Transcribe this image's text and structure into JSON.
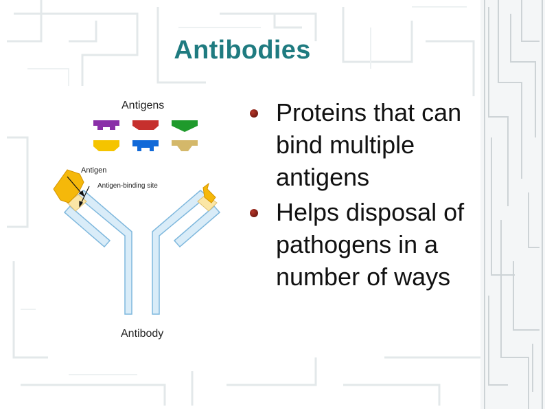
{
  "slide": {
    "title": "Antibodies",
    "title_color": "#1f7b80",
    "bullets": [
      "Proteins that can bind multiple antigens",
      "Helps disposal of pathogens in a number of ways"
    ],
    "bullet_color": "#7a1a10"
  },
  "figure": {
    "antigens_label": "Antigens",
    "antigen_label": "Antigen",
    "binding_site_label": "Antigen-binding site",
    "antibody_label": "Antibody",
    "antigen_colors": [
      "#8a2fa8",
      "#c6302d",
      "#1f9a2c",
      "#f5c400",
      "#1169d8",
      "#d4b86a"
    ],
    "chain_fill": "#d9ecf8",
    "chain_stroke": "#7fb8dd",
    "antigen_fill": "#f5b80a"
  }
}
